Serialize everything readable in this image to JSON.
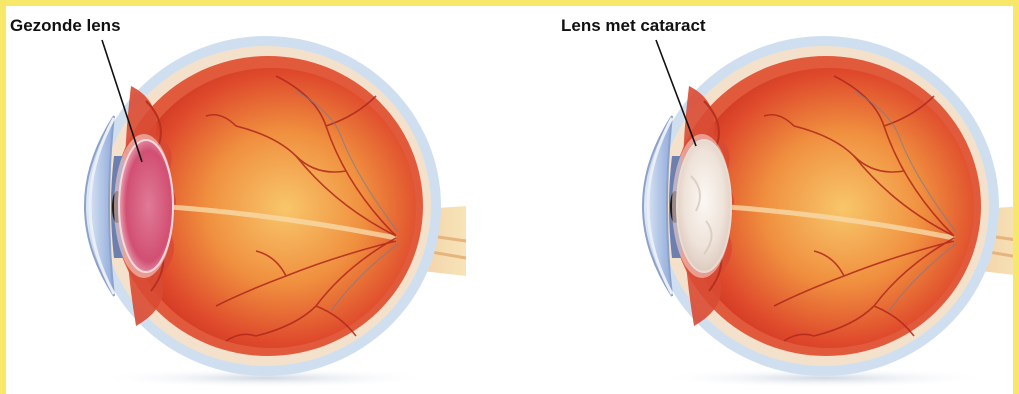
{
  "labels": {
    "healthy": "Gezonde lens",
    "cataract": "Lens met cataract"
  },
  "colors": {
    "frame": "#f7e86a",
    "sclera": "#c9d9ea",
    "choroid": "#e2573a",
    "retina_center": "#f7b25a",
    "vessel": "#b1281d",
    "healthy_lens": "#d9527a",
    "cataract_lens": "#f3ece6",
    "cornea": "#a9c2e6",
    "pupil": "#1c1c1c"
  },
  "icons": {
    "left_illustration": "eye-healthy-lens-illustration",
    "right_illustration": "eye-cataract-lens-illustration"
  }
}
